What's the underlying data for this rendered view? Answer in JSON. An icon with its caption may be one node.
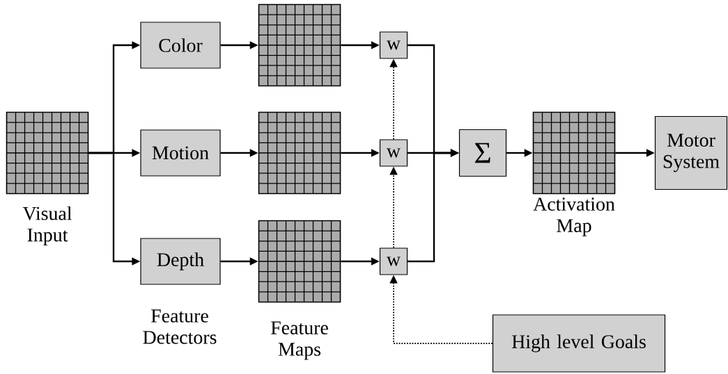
{
  "diagram": {
    "nodes": [
      {
        "text": [],
        "shape": "grid",
        "beside": [
          "Visual Input"
        ]
      },
      {
        "text": [
          "Color"
        ]
      },
      {
        "text": [
          "Motion"
        ]
      },
      {
        "text": [
          "Depth"
        ]
      },
      {
        "text": [],
        "shape": "grid"
      },
      {
        "text": [],
        "shape": "grid"
      },
      {
        "text": [],
        "shape": "grid"
      },
      {
        "text": [
          "w"
        ]
      },
      {
        "text": [
          "w"
        ]
      },
      {
        "text": [
          "w"
        ]
      },
      {
        "text": [
          "Σ"
        ]
      },
      {
        "text": [],
        "shape": "grid",
        "beside": [
          "Activation Map"
        ]
      },
      {
        "text": [
          "Motor System"
        ]
      },
      {
        "text": [
          "High level Goals"
        ]
      }
    ],
    "edges": [
      {
        "from": 0,
        "to": 1,
        "arrow": "to"
      },
      {
        "from": 0,
        "to": 2,
        "arrow": "to"
      },
      {
        "from": 0,
        "to": 3,
        "arrow": "to"
      },
      {
        "from": 1,
        "to": 4,
        "arrow": "to"
      },
      {
        "from": 2,
        "to": 5,
        "arrow": "to"
      },
      {
        "from": 3,
        "to": 6,
        "arrow": "to"
      },
      {
        "from": 4,
        "to": 7,
        "arrow": "to"
      },
      {
        "from": 5,
        "to": 8,
        "arrow": "to"
      },
      {
        "from": 6,
        "to": 9,
        "arrow": "to"
      },
      {
        "from": 7,
        "to": 10,
        "arrow": "to"
      },
      {
        "from": 8,
        "to": 10,
        "arrow": "to"
      },
      {
        "from": 9,
        "to": 10,
        "arrow": "to"
      },
      {
        "from": 10,
        "to": 11,
        "arrow": "to"
      },
      {
        "from": 11,
        "to": 12,
        "arrow": "to"
      },
      {
        "from": 13,
        "to": 9,
        "arrow": "to",
        "style": "dashed"
      },
      {
        "from": 9,
        "to": 8,
        "arrow": "to",
        "style": "dashed"
      },
      {
        "from": 8,
        "to": 7,
        "arrow": "to",
        "style": "dashed"
      }
    ],
    "labels": [
      "Feature Detectors",
      "Feature Maps"
    ]
  }
}
